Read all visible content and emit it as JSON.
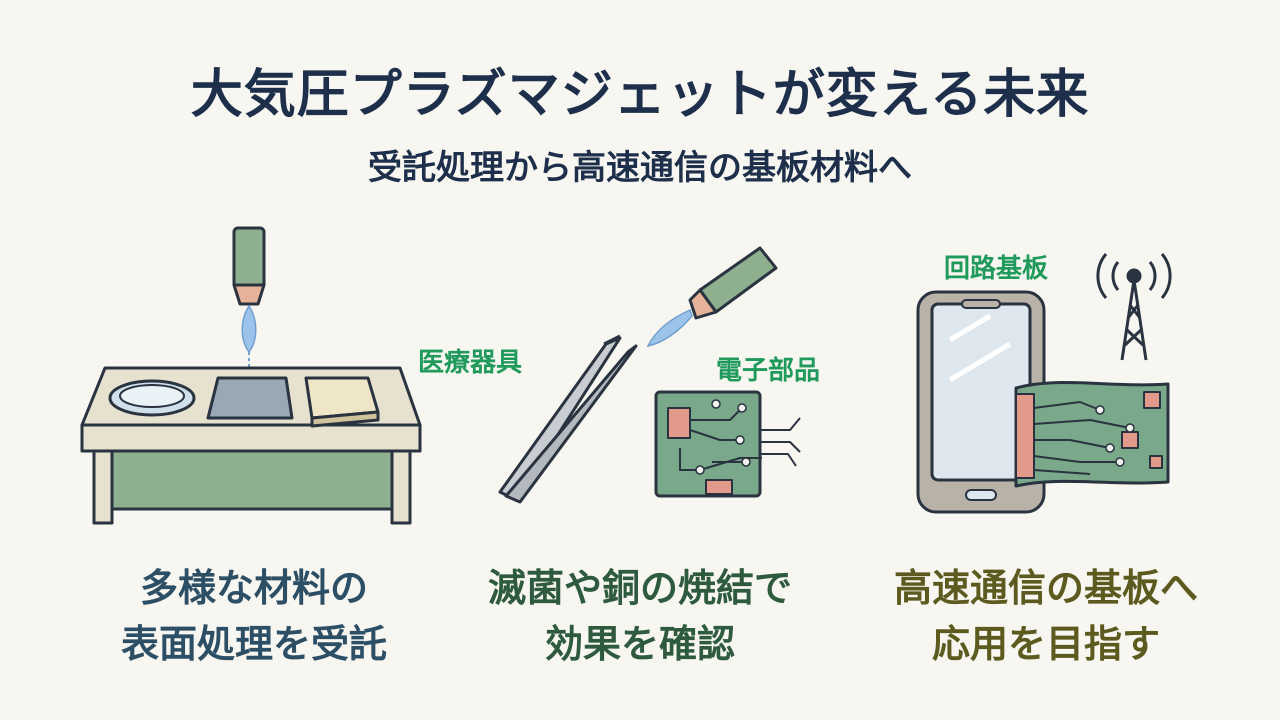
{
  "title": "大気圧プラズマジェットが変える未来",
  "subtitle": "受託処理から高速通信の基板材料へ",
  "panels": [
    {
      "caption_line1": "多様な材料の",
      "caption_line2": "表面処理を受託",
      "caption_color": "#2d4f66"
    },
    {
      "label_a": "医療器具",
      "label_b": "電子部品",
      "caption_line1": "滅菌や銅の焼結で",
      "caption_line2": "効果を確認",
      "caption_color": "#2e5a3e"
    },
    {
      "label_a": "回路基板",
      "caption_line1": "高速通信の基板へ",
      "caption_line2": "応用を目指す",
      "caption_color": "#5c5a1e"
    }
  ],
  "colors": {
    "outline": "#2a3340",
    "green": "#8fb08f",
    "pcb_green": "#7aa88a",
    "pad": "#e39a8a",
    "plasma": "#9cc4ea",
    "table_top": "#e6e2cf"
  }
}
